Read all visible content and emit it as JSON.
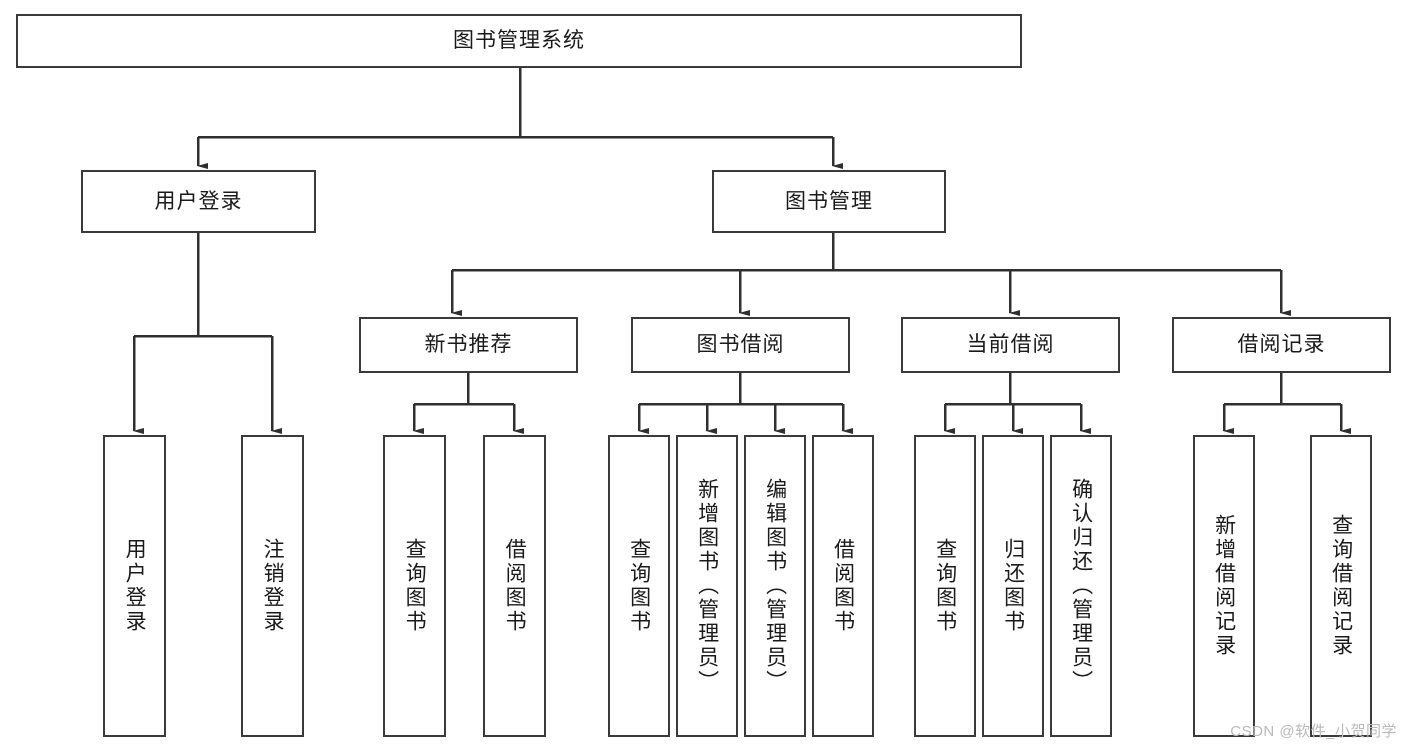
{
  "diagram": {
    "title": "图书管理系统",
    "type": "hierarchy-tree",
    "background_color": "#ffffff",
    "box_border_color": "#3a3a3a",
    "text_color": "#1a1a1a",
    "watermark": "CSDN @软件_小贺同学",
    "levels": {
      "root": {
        "label": "图书管理系统"
      },
      "level2": [
        {
          "label": "用户登录"
        },
        {
          "label": "图书管理"
        }
      ],
      "level3": [
        {
          "label": "新书推荐"
        },
        {
          "label": "图书借阅"
        },
        {
          "label": "当前借阅"
        },
        {
          "label": "借阅记录"
        }
      ],
      "leaves": {
        "user_login": [
          {
            "label": "用户登录"
          },
          {
            "label": "注销登录"
          }
        ],
        "new_book_recommend": [
          {
            "label": "查询图书"
          },
          {
            "label": "借阅图书"
          }
        ],
        "book_borrow": [
          {
            "label": "查询图书"
          },
          {
            "label": "新增图书（管理员）"
          },
          {
            "label": "编辑图书（管理员）"
          },
          {
            "label": "借阅图书"
          }
        ],
        "current_borrow": [
          {
            "label": "查询图书"
          },
          {
            "label": "归还图书"
          },
          {
            "label": "确认归还（管理员）"
          }
        ],
        "borrow_record": [
          {
            "label": "新增借阅记录"
          },
          {
            "label": "查询借阅记录"
          }
        ]
      }
    }
  }
}
